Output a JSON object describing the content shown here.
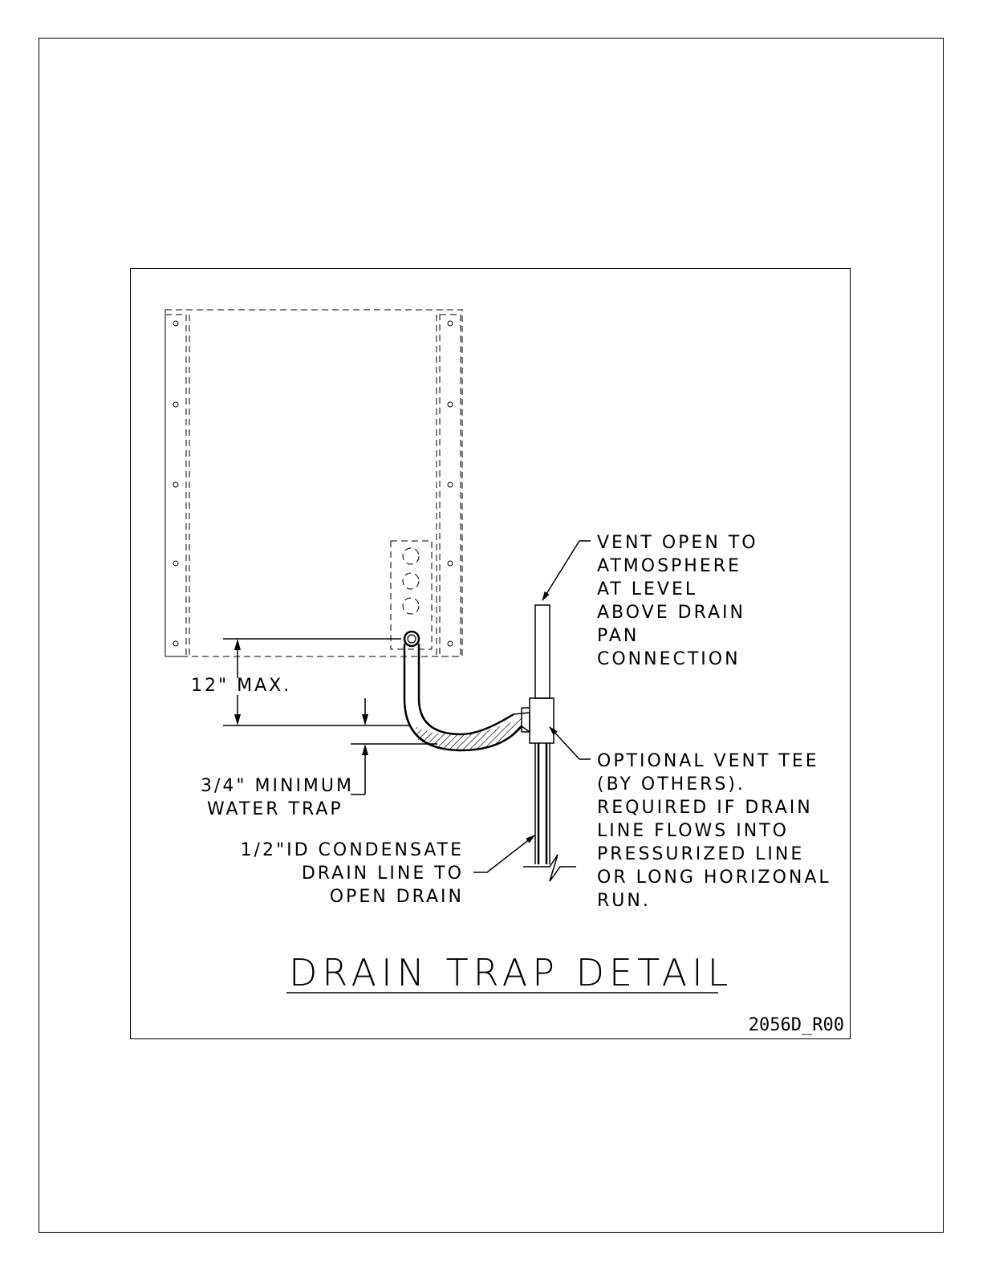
{
  "drawing": {
    "title": "DRAIN TRAP DETAIL",
    "drawing_number": "2056D_R00",
    "dimension_12": "12\" MAX.",
    "water_trap": [
      "3/4\" MINIMUM",
      "WATER TRAP"
    ],
    "drain_line": [
      "1/2\"ID CONDENSATE",
      "DRAIN LINE TO",
      "OPEN DRAIN"
    ],
    "vent_open": [
      "VENT OPEN TO",
      "ATMOSPHERE",
      "AT LEVEL",
      "ABOVE DRAIN",
      "PAN",
      "CONNECTION"
    ],
    "vent_tee": [
      "OPTIONAL VENT TEE",
      "(BY OTHERS).",
      "REQUIRED IF DRAIN",
      "LINE FLOWS INTO",
      "PRESSURIZED LINE",
      "OR LONG HORIZONAL",
      "RUN."
    ]
  }
}
